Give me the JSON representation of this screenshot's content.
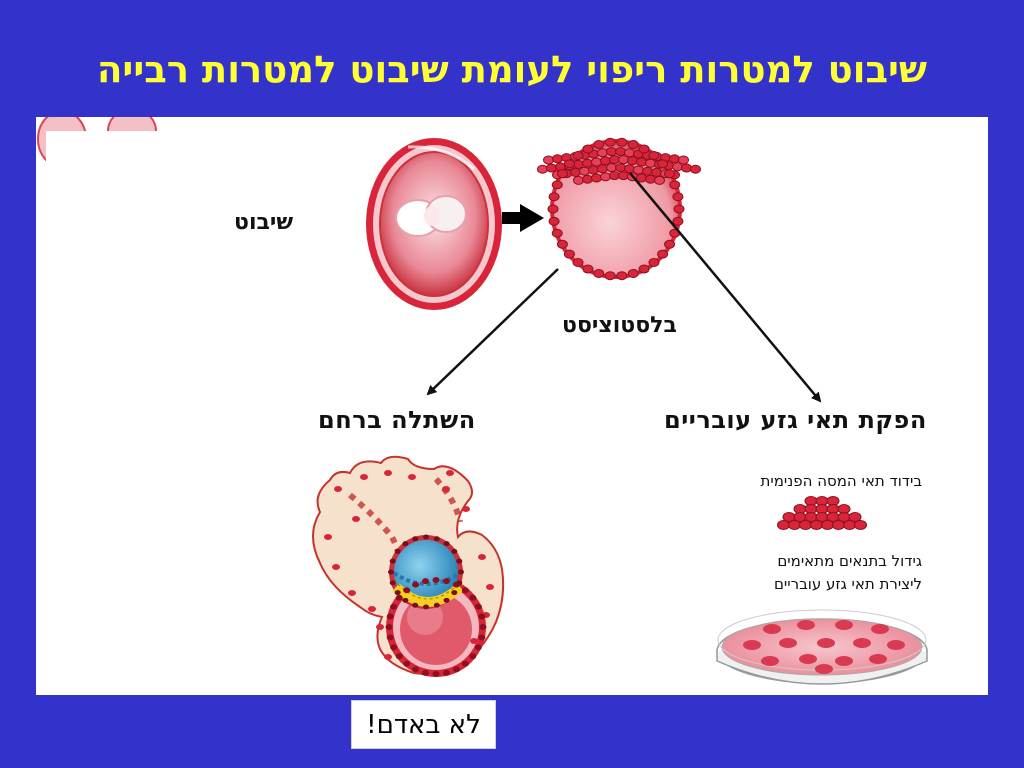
{
  "slide": {
    "title": "שיבוט למטרות ריפוי לעומת שיבוט למטרות רבייה"
  },
  "diagram": {
    "clone_label": "שיבוט",
    "blastocyst_label": "בלסטוציסט",
    "implant_label": "השתלה ברחם",
    "stemcell_label": "הפקת תאי גזע עובריים",
    "isolate_label": "בידוד תאי המסה הפנימית",
    "grow_label_line1": "גידול בתנאים מתאימים",
    "grow_label_line2": "ליצירת תאי גזע עובריים"
  },
  "warning": {
    "text": "לא באדם!"
  },
  "colors": {
    "background": "#3333cc",
    "title": "#ffff33",
    "panel": "#ffffff",
    "cell_red": "#d9253a",
    "cell_pink": "#f4a3ad",
    "blue_sac": "#3aa0cc",
    "yellow_cells": "#f5d020"
  }
}
